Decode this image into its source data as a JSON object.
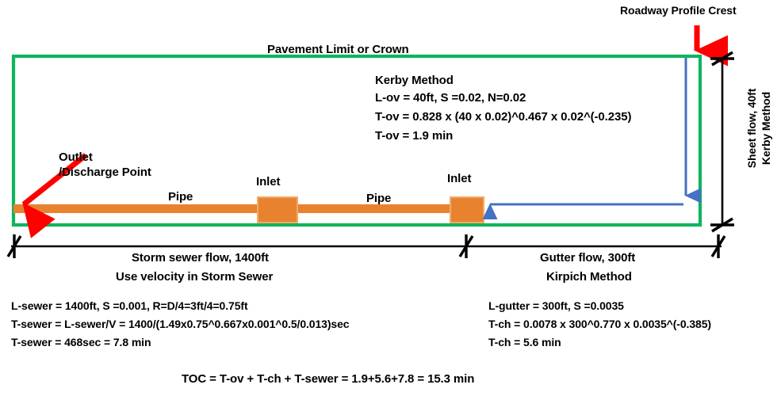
{
  "diagram": {
    "title_labels": {
      "pavement_limit": "Pavement Limit or Crown",
      "roadway_crest": "Roadway Profile Crest",
      "outlet": "Outlet\n/Discharge Point",
      "pipe_left": "Pipe",
      "pipe_right": "Pipe",
      "inlet_left": "Inlet",
      "inlet_right": "Inlet",
      "sheet_flow_vertical": "Sheet flow, 40ft\nKerby Method"
    },
    "kerby_block": {
      "heading": "Kerby Method",
      "line1": "L-ov = 40ft, S =0.02, N=0.02",
      "line2": "T-ov = 0.828 x (40 x 0.02)^0.467 x 0.02^(-0.235)",
      "line3": "T-ov = 1.9 min"
    },
    "sewer_dimension": {
      "line1": "Storm sewer flow, 1400ft",
      "line2": "Use velocity in Storm Sewer"
    },
    "gutter_dimension": {
      "line1": "Gutter flow, 300ft",
      "line2": "Kirpich Method"
    },
    "sewer_block": {
      "line1": "L-sewer = 1400ft, S =0.001, R=D/4=3ft/4=0.75ft",
      "line2": "T-sewer = L-sewer/V = 1400/(1.49x0.75^0.667x0.001^0.5/0.013)sec",
      "line3": "T-sewer = 468sec = 7.8 min"
    },
    "gutter_block": {
      "line1": "L-gutter = 300ft, S =0.0035",
      "line2": "T-ch = 0.0078 x 300^0.770 x 0.0035^(-0.385)",
      "line3": "T-ch = 5.6 min"
    },
    "summary": "TOC = T-ov + T-ch + T-sewer = 1.9+5.6+7.8 = 15.3 min",
    "colors": {
      "pavement_green": "#0FB55E",
      "pipe_orange": "#E8822E",
      "inlet_orange": "#E8822E",
      "inlet_border": "#F2AA6B",
      "flow_blue": "#4472C4",
      "arrow_red": "#FF0000",
      "dimension_black": "#000000"
    },
    "values": {
      "sheet_flow_length_ft": 40,
      "gutter_flow_length_ft": 300,
      "storm_sewer_length_ft": 1400,
      "t_ov_min": 1.9,
      "t_ch_min": 5.6,
      "t_sewer_min": 7.8,
      "toc_min": 15.3
    }
  }
}
